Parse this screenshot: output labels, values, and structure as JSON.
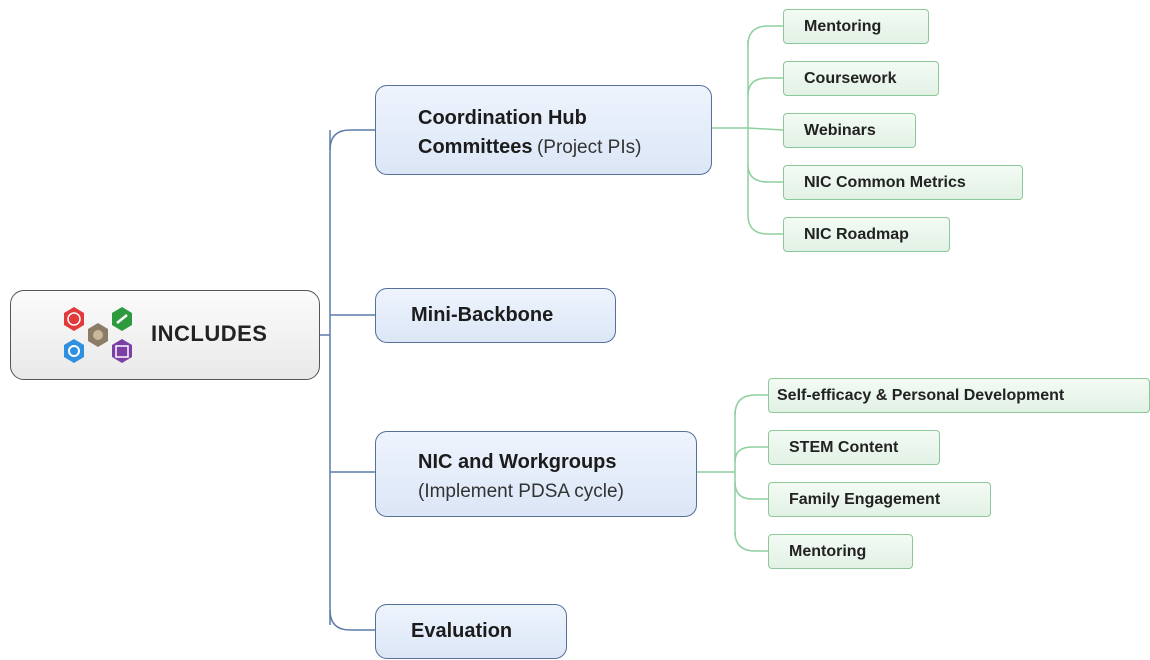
{
  "root": {
    "label": "INCLUDES",
    "logo": "composite-hexagon-logo"
  },
  "branches": [
    {
      "title": "Coordination Hub",
      "title2": "Committees",
      "subtitle": "(Project PIs)",
      "children": [
        "Mentoring",
        "Coursework",
        "Webinars",
        "NIC Common Metrics",
        "NIC Roadmap"
      ]
    },
    {
      "title": "Mini-Backbone",
      "children": []
    },
    {
      "title": "NIC and Workgroups",
      "subtitle": "(Implement PDSA cycle)",
      "children": [
        "Self-efficacy & Personal Development",
        "STEM Content",
        "Family Engagement",
        "Mentoring"
      ]
    },
    {
      "title": "Evaluation",
      "children": []
    }
  ],
  "colors": {
    "main_border": "#56709a",
    "leaf_border": "#8dc79a",
    "main_link": "#5b7ba8",
    "leaf_link": "#8fcf9d"
  }
}
